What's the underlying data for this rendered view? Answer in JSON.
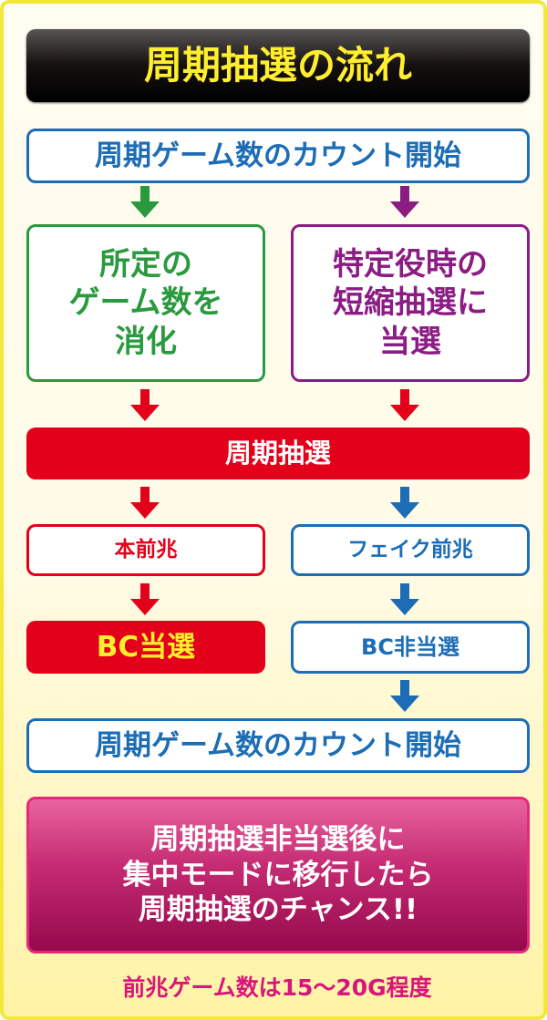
{
  "title": "周期抽選の流れ",
  "flow": {
    "count_start": "周期ゲーム数のカウント開始",
    "left_condition": "所定の\nゲーム数を\n消化",
    "right_condition": "特定役時の\n短縮抽選に\n当選",
    "lottery": "周期抽選",
    "real_omen": "本前兆",
    "fake_omen": "フェイク前兆",
    "bc_win": "BC当選",
    "bc_lose": "BC非当選",
    "count_restart": "周期ゲーム数のカウント開始"
  },
  "note": "周期抽選非当選後に\n集中モードに移行したら\n周期抽選のチャンス!!",
  "footer": "前兆ゲーム数は15〜20G程度",
  "colors": {
    "blue": "#1c6db6",
    "green": "#2a9a3e",
    "purple": "#8b1c83",
    "red": "#e2001a",
    "pink": "#d8157a",
    "yellow": "#ffee2e"
  }
}
